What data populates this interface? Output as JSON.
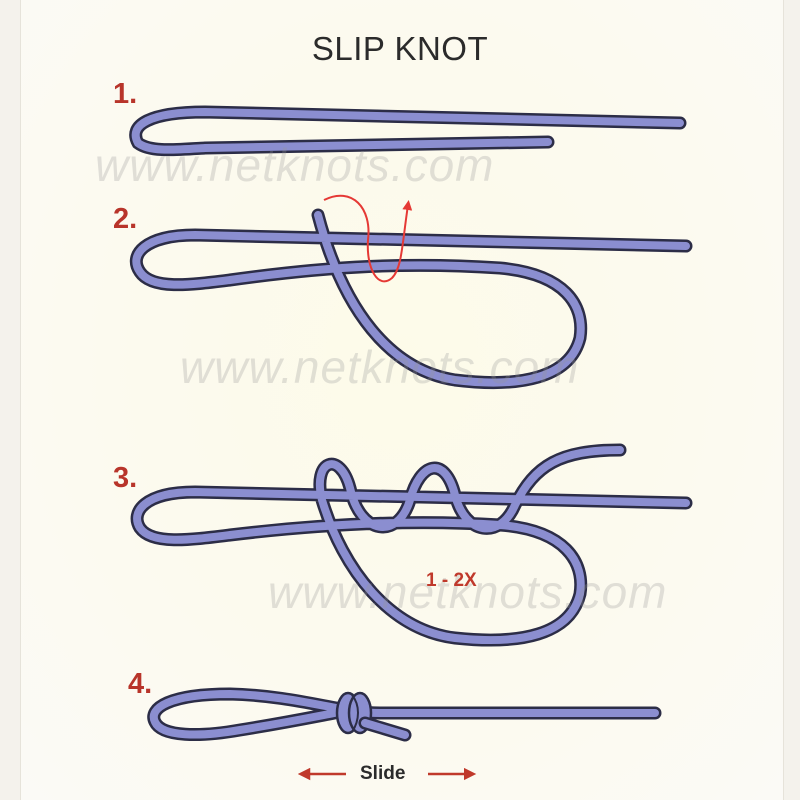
{
  "title": "SLIP KNOT",
  "steps": [
    {
      "number": "1."
    },
    {
      "number": "2."
    },
    {
      "number": "3."
    },
    {
      "number": "4."
    }
  ],
  "watermark": "www.netknots.com",
  "wraps_label": "1 - 2X",
  "slide_label": "Slide",
  "colors": {
    "rope_fill": "#8b8ed0",
    "rope_outline": "#2c2d47",
    "arrow": "#e53935",
    "step_number": "#b8342a",
    "title_text": "#2b2b2b"
  }
}
